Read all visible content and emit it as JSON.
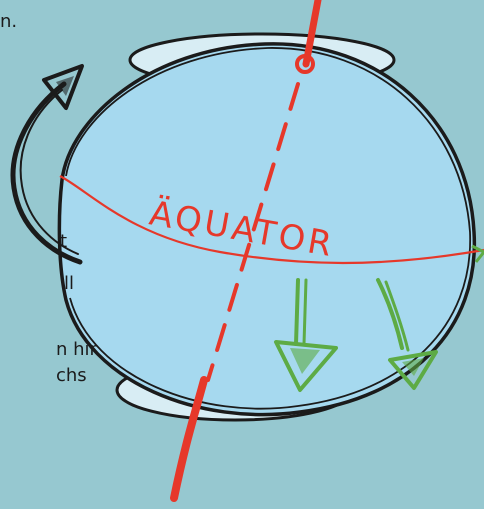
{
  "palette": {
    "background": "#96c8d0",
    "globe": "#a6d9ef",
    "globe_pole_cap": "#d8edf4",
    "outline": "#1b1b1b",
    "axis": "#e6382a",
    "equator": "#e6382a",
    "arrows": "#5dab45",
    "text": "#1b1b1b"
  },
  "diagram": {
    "equator_label": "ÄQUATOR"
  },
  "cropped_text": {
    "line1": "n.",
    "line2": "t",
    "line3": "ll",
    "line4": "n hir",
    "line5": "chs"
  },
  "icons": [
    "rotation-arrow-icon",
    "drift-arrow-icon",
    "drift-arrow-icon"
  ]
}
